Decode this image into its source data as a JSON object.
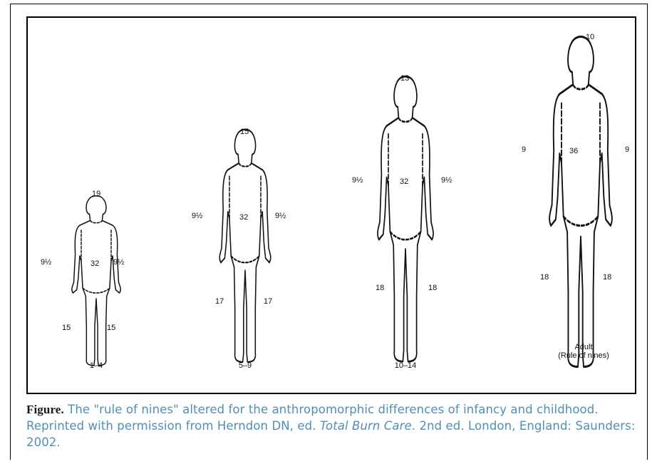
{
  "figures": [
    {
      "id": "child-1-4",
      "head": "19",
      "arm_left": "9½",
      "arm_right": "9½",
      "trunk": "32",
      "leg_left": "15",
      "leg_right": "15",
      "age": "1–4",
      "age_sub": ""
    },
    {
      "id": "child-5-9",
      "head": "15",
      "arm_left": "9½",
      "arm_right": "9½",
      "trunk": "32",
      "leg_left": "17",
      "leg_right": "17",
      "age": "5–9",
      "age_sub": ""
    },
    {
      "id": "child-10-14",
      "head": "13",
      "arm_left": "9½",
      "arm_right": "9½",
      "trunk": "32",
      "leg_left": "18",
      "leg_right": "18",
      "age": "10–14",
      "age_sub": ""
    },
    {
      "id": "adult",
      "head": "10",
      "arm_left": "9",
      "arm_right": "9",
      "trunk": "36",
      "leg_left": "18",
      "leg_right": "18",
      "age": "Adult",
      "age_sub": "(Rule of nines)"
    }
  ],
  "caption": {
    "lead": "Figure.",
    "text_1": " The \"rule of nines\" altered for the anthropomorphic differences of infancy and childhood. Reprinted with permission from Herndon DN, ed. ",
    "title": "Total Burn Care",
    "text_2": ". 2nd ed. London, England: Saunders: 2002."
  }
}
